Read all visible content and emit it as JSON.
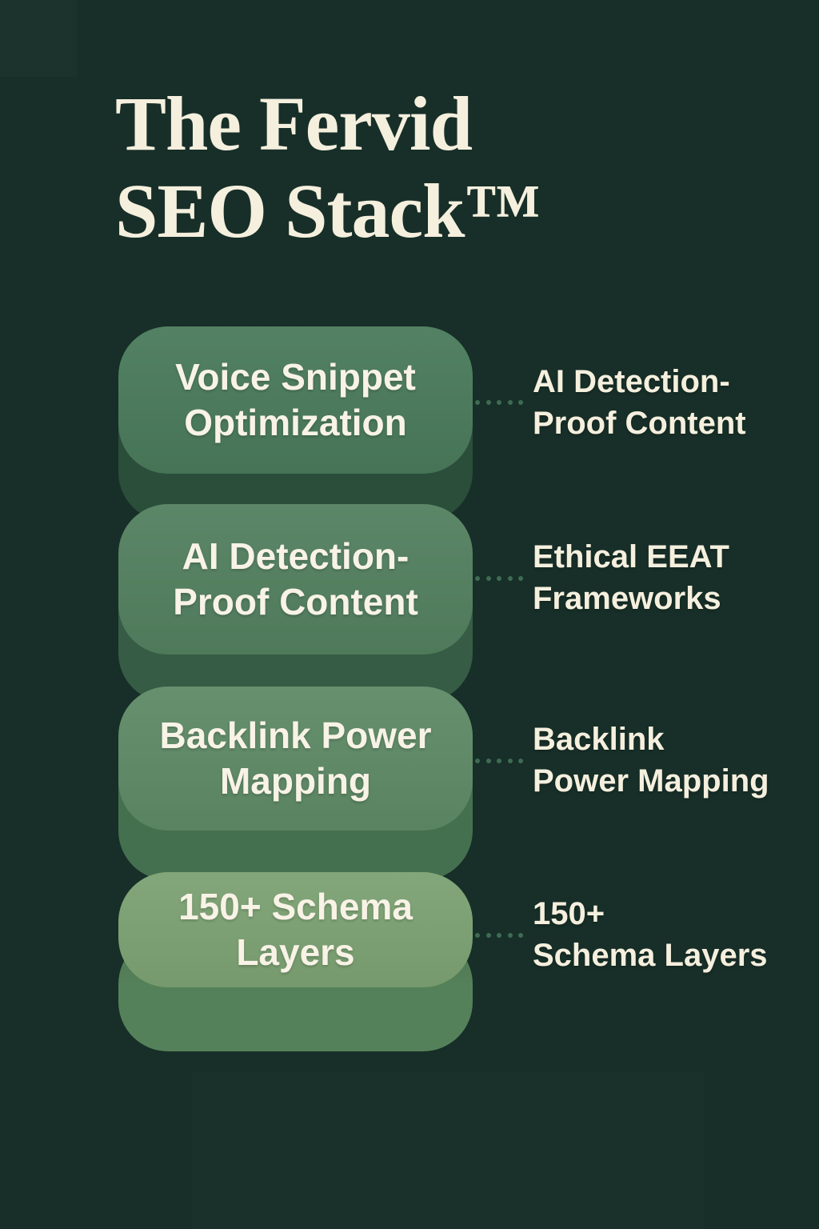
{
  "title": {
    "line1": "The Fervid",
    "line2": "SEO Stack™"
  },
  "colors": {
    "background": "#172f28",
    "cream": "#f5efde",
    "block_text": "#f8f3e6",
    "annotation_text": "#f5f1e2",
    "dot": "#3e6b53"
  },
  "stack": [
    {
      "block_label": "Voice Snippet Optimization",
      "block_label_lines": [
        "Voice Snippet",
        "Optimization"
      ],
      "annotation": "AI Detection-Proof Content",
      "annotation_lines": [
        "AI Detection-",
        "Proof Content"
      ],
      "colors": {
        "face": "#4a7a5b",
        "side": "#2b4e3b"
      }
    },
    {
      "block_label": "AI Detection-Proof Content",
      "block_label_lines": [
        "AI Detection-",
        "Proof Content"
      ],
      "annotation": "Ethical EEAT Frameworks",
      "annotation_lines": [
        "Ethical EEAT",
        "Frameworks"
      ],
      "colors": {
        "face": "#53805f",
        "side": "#365c45"
      }
    },
    {
      "block_label": "Backlink Power Mapping",
      "block_label_lines": [
        "Backlink Power",
        "Mapping"
      ],
      "annotation": "Backlink Power Mapping",
      "annotation_lines": [
        "Backlink",
        "Power Mapping"
      ],
      "colors": {
        "face": "#5e8a66",
        "side": "#44704f"
      }
    },
    {
      "block_label": "150+ Schema Layers",
      "block_label_lines": [
        "150+ Schema",
        "Layers"
      ],
      "annotation": "150+ Schema Layers",
      "annotation_lines": [
        "150+",
        "Schema Layers"
      ],
      "colors": {
        "face": "#7ca273",
        "side": "#55815a"
      }
    }
  ]
}
